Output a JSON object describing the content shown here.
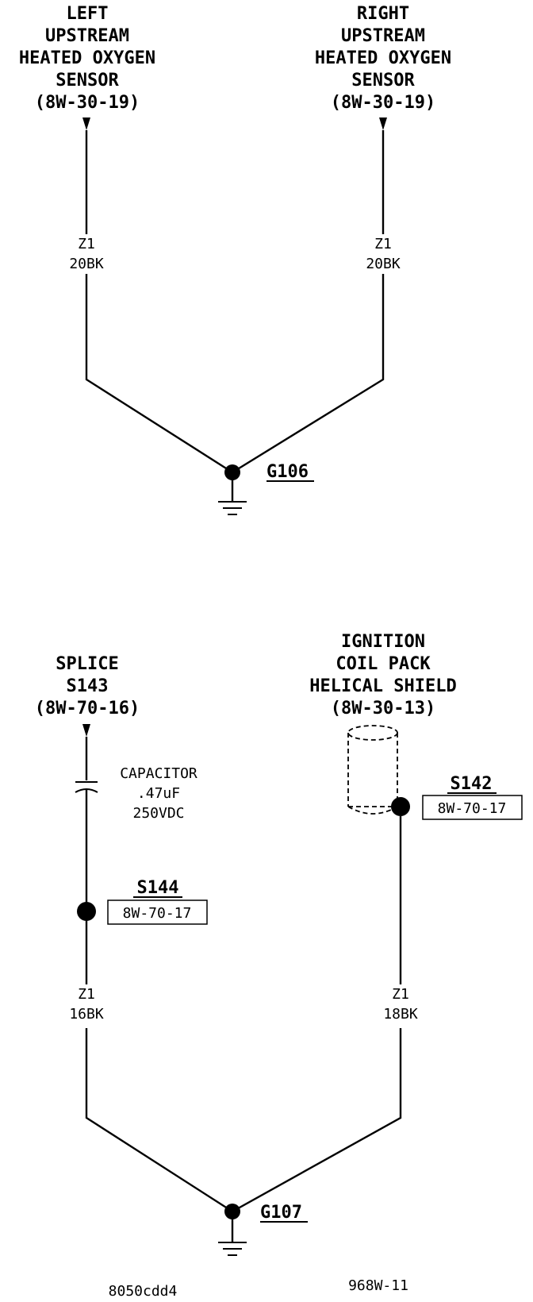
{
  "top": {
    "left_component": {
      "lines": [
        "LEFT",
        "UPSTREAM",
        "HEATED OXYGEN",
        "SENSOR",
        "(8W-30-19)"
      ]
    },
    "right_component": {
      "lines": [
        "RIGHT",
        "UPSTREAM",
        "HEATED OXYGEN",
        "SENSOR",
        "(8W-30-19)"
      ]
    },
    "left_wire": {
      "circuit": "Z1",
      "gauge_color": "20BK"
    },
    "right_wire": {
      "circuit": "Z1",
      "gauge_color": "20BK"
    },
    "ground": "G106"
  },
  "bottom": {
    "left_component": {
      "lines": [
        "SPLICE",
        "S143",
        "(8W-70-16)"
      ]
    },
    "right_component": {
      "lines": [
        "IGNITION",
        "COIL PACK",
        "HELICAL SHIELD",
        "(8W-30-13)"
      ]
    },
    "capacitor": {
      "lines": [
        "CAPACITOR",
        ".47uF",
        "250VDC"
      ]
    },
    "splice_left": {
      "id": "S144",
      "ref": "8W-70-17"
    },
    "splice_right": {
      "id": "S142",
      "ref": "8W-70-17"
    },
    "left_wire": {
      "circuit": "Z1",
      "gauge_color": "16BK"
    },
    "right_wire": {
      "circuit": "Z1",
      "gauge_color": "18BK"
    },
    "ground": "G107"
  },
  "footer": {
    "left_code": "8050cdd4",
    "right_code": "968W-11"
  }
}
